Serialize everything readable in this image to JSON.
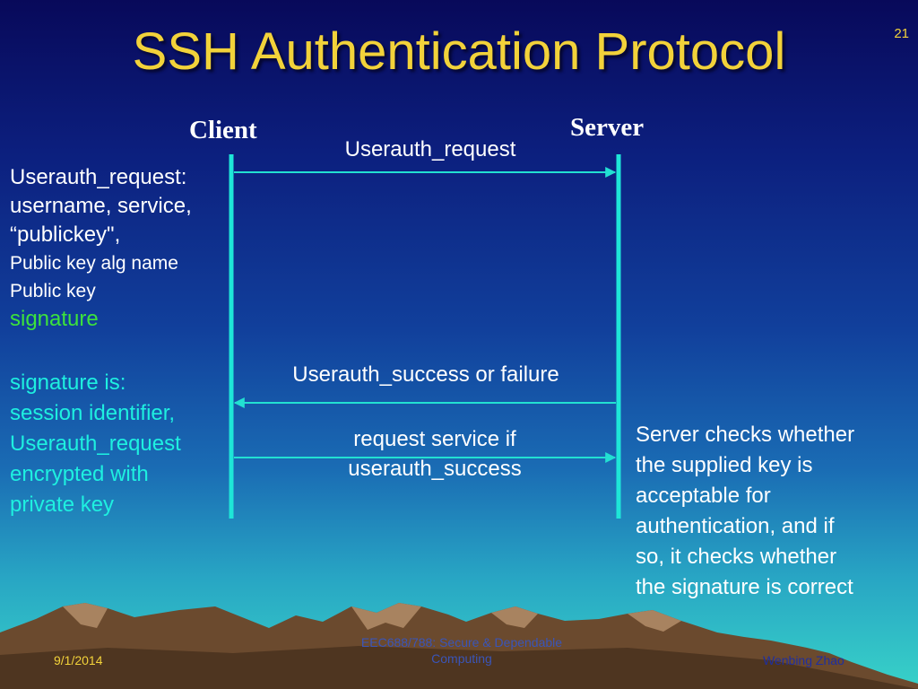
{
  "slide": {
    "title": "SSH Authentication Protocol",
    "number": "21"
  },
  "diagram": {
    "client_label": "Client",
    "server_label": "Server",
    "messages": {
      "request": "Userauth_request",
      "success": "Userauth_success or failure",
      "service_line1": "request service if",
      "service_line2": "userauth_success"
    },
    "colors": {
      "lifeline": "#1ee6d8",
      "arrow": "#22e0d2",
      "title": "#f2d23a",
      "green_text": "#3ce23c",
      "cyan_text": "#1ef0e0"
    }
  },
  "left_text": {
    "lines": [
      "Userauth_request:",
      "username, service,",
      "“publickey\",",
      "Public key alg name",
      "Public key",
      "signature"
    ],
    "signature_lines": [
      "signature is:",
      "session identifier,",
      "Userauth_request",
      "encrypted with",
      "private key"
    ]
  },
  "server_note": [
    "Server checks whether",
    "the supplied key is",
    "acceptable for",
    "authentication, and if",
    "so, it checks whether",
    "the signature is correct"
  ],
  "footer": {
    "date": "9/1/2014",
    "course_line1": "EEC688/788: Secure & Dependable",
    "course_line2": "Computing",
    "author": "Wenbing Zhao"
  }
}
